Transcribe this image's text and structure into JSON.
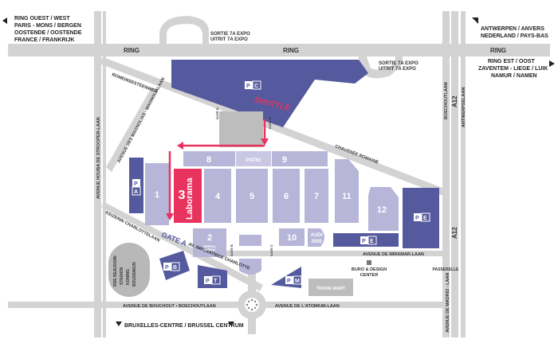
{
  "corners": {
    "top_left": [
      "RING OUEST / WEST",
      "PARIS - MONS / BERGEN",
      "OOSTENDE / OOSTENDE",
      "FRANCE / FRANKRIJK"
    ],
    "top_right": [
      "ANTWERPEN / ANVERS",
      "NEDERLAND / PAYS-BAS"
    ],
    "right": [
      "RING EST / OOST",
      "ZAVENTEM - LIEGE / LUIK",
      "NAMUR / NAMEN"
    ],
    "bottom": "BRUXELLES-CENTRE / BRUSSEL CENTRUM"
  },
  "ring_labels": [
    "RING",
    "RING",
    "RING"
  ],
  "exits": {
    "top": [
      "SORTIE 7A EXPO",
      "UITRIT 7A EXPO"
    ],
    "right": [
      "SORTIE 7A EXPO",
      "UITRIT 7A EXPO"
    ]
  },
  "roads": {
    "romeinsesteenweg": "ROMEINSESTEENWEG",
    "chaussee_romaine": "CHAUSSÉE ROMAINE",
    "houba_west": "AVENUE HOUBA DE STROOPER-LAAN",
    "marnicks": "AVENUE DES MAGNOLIAS - MAGNOLIALAAN",
    "keizerin": "KEIZERIN CHARLOTTELAAN",
    "imperatrice": "AV. IMPÉRATRICE CHARLOTTE",
    "bouchout": "AVENUE DE BOUCHOUT • BOECHOUTLAAN",
    "atomium": "AVENUE DE L'ATOMIUM-LAAN",
    "miramar": "AVENUE DE MIRAMAR-LAAN",
    "madrid": "AVENUE DE MADRID - LAAN",
    "boechoutlaan": "BOECHOUTLAAN",
    "antwerpselaan": "ANTWERPSELAAN",
    "a12": "A12",
    "stadium": [
      "RDE BEAUDOIN",
      "STADION",
      "KONING",
      "BOUDEWIJN"
    ]
  },
  "parkings": [
    {
      "p": "P",
      "l": "C"
    },
    {
      "p": "P",
      "l": "A"
    },
    {
      "p": "P",
      "l": "E"
    },
    {
      "p": "P",
      "l": "E"
    },
    {
      "p": "P",
      "l": "B"
    },
    {
      "p": "P",
      "l": "T"
    },
    {
      "p": "P",
      "l": "M"
    }
  ],
  "shuttle": "SHUTTLE",
  "halls": {
    "h1": "1",
    "h2": "2",
    "h3": "3",
    "h4": "4",
    "h5": "5",
    "h6": "6",
    "h7": "7",
    "h8": "8",
    "h9": "9",
    "h10": "10",
    "h11": "11",
    "h12": "12",
    "patio": "PATIO",
    "laborama": "Laborama",
    "audi": [
      "AUDI",
      "2000"
    ],
    "bureau": [
      "BUREAU",
      "BUREAU"
    ]
  },
  "gates": {
    "gate_a": "GATE A",
    "gate_b": "GATE B",
    "gate_c": "GATE C",
    "gate_d": "GATE D"
  },
  "places": {
    "buro": [
      "BURO & DESIGN",
      "CENTER"
    ],
    "trade_mart": "TRADE MART",
    "passerelle": "PASSERELLE"
  },
  "colors": {
    "road": "#d3d3d3",
    "hall": "#b7b5d8",
    "parking": "#555a9e",
    "accent": "#e8335f",
    "text": "#222222"
  }
}
